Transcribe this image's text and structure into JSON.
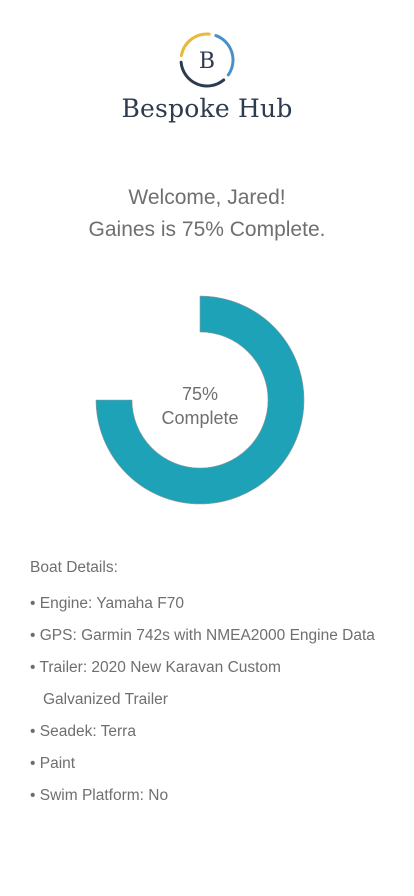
{
  "brand": {
    "logo_letter": "B",
    "name": "Bespoke Hub",
    "colors": {
      "navy": "#2d3b4e",
      "gold": "#e8b93b",
      "blue": "#4a90c8"
    }
  },
  "welcome": {
    "line1": "Welcome, Jared!",
    "line2": "Gaines is 75% Complete."
  },
  "progress": {
    "value": 0.75,
    "color": "#1da2b8",
    "label_percent": "75%",
    "label_text": "Complete"
  },
  "details": {
    "heading": "Boat Details:",
    "items": [
      {
        "bullet": "•",
        "text": "Engine: Yamaha F70"
      },
      {
        "bullet": "•",
        "text": "GPS: Garmin 742s with NMEA2000 Engine Data"
      },
      {
        "bullet": "•",
        "text": "Trailer: 2020 New Karavan Custom",
        "continuation": "Galvanized Trailer"
      },
      {
        "bullet": "•",
        "text": "Seadek: Terra"
      },
      {
        "bullet": "•",
        "text": "Paint"
      },
      {
        "bullet": "•",
        "text": "Swim Platform: No"
      }
    ]
  }
}
